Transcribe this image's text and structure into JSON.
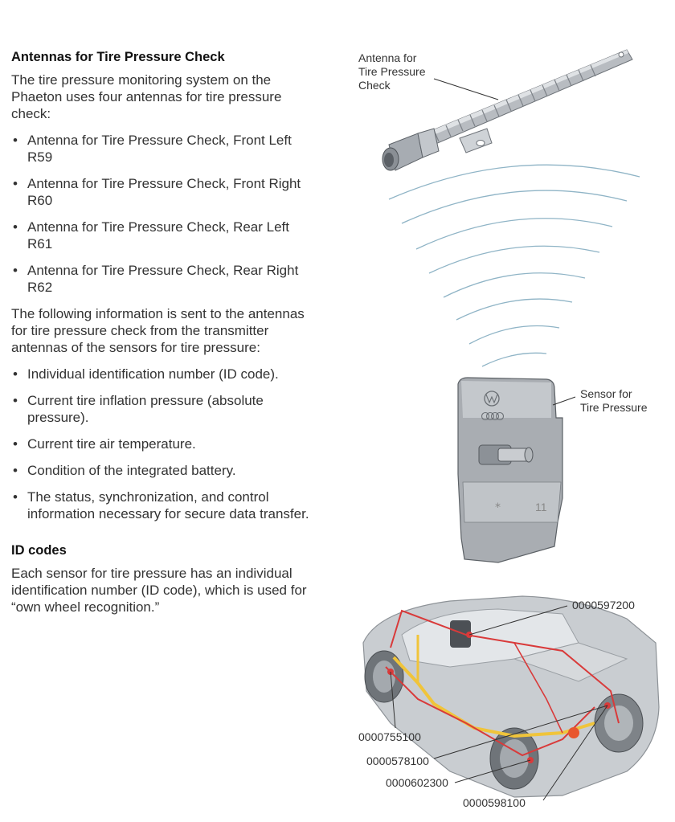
{
  "section1": {
    "heading": "Antennas for Tire Pressure Check",
    "intro": "The tire pressure monitoring system on the Phaeton uses four antennas for tire pressure check:",
    "antennas": [
      "Antenna for Tire Pressure Check, Front Left R59",
      "Antenna for Tire Pressure Check, Front Right R60",
      "Antenna for Tire Pressure Check, Rear Left R61",
      "Antenna for Tire Pressure Check, Rear Right R62"
    ],
    "info_intro": "The following information is sent to the antennas for tire pressure check from the transmitter antennas of the sensors for tire pressure:",
    "info_items": [
      "Individual identification number (ID code).",
      "Current tire inflation pressure (absolute pressure).",
      "Current tire air temperature.",
      "Condition of the integrated battery.",
      "The status, synchronization, and control information necessary for secure data transfer."
    ]
  },
  "section2": {
    "heading": "ID codes",
    "body": "Each sensor for tire pressure has an individual identification number (ID code), which is used for “own wheel recognition.”"
  },
  "figure1": {
    "antenna_label_lines": [
      "Antenna for",
      "Tire Pressure",
      "Check"
    ],
    "sensor_label_lines": [
      "Sensor for",
      "Tire Pressure"
    ],
    "sensor_mark": "11"
  },
  "figure2": {
    "codes": {
      "top_right": "0000597200",
      "left": "0000755100",
      "bottom1": "0000578100",
      "bottom2": "0000602300",
      "bottom3": "0000598100"
    }
  },
  "colors": {
    "wave": "#8fb4c6",
    "car_body": "#c9cdd1",
    "wiring_red": "#d93a3a",
    "wiring_yellow": "#f0c43a"
  }
}
